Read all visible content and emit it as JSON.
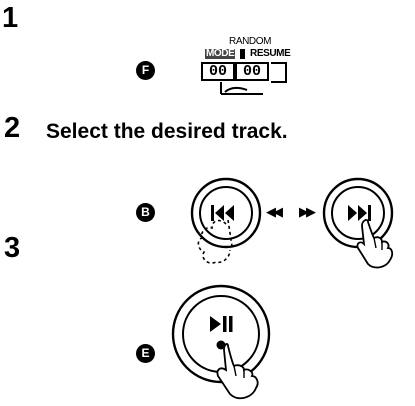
{
  "steps": [
    {
      "number": "1",
      "text": ""
    },
    {
      "number": "2",
      "text": "Select the desired track."
    },
    {
      "number": "3",
      "text": ""
    }
  ],
  "badges": {
    "f": "F",
    "b": "B",
    "e": "E"
  },
  "display": {
    "random_label": "RANDOM",
    "mode_label": "MODE",
    "resume_label": "RESUME",
    "track_digits": "00",
    "time_digits": "00"
  },
  "buttons": {
    "prev_arrows": "◀◀",
    "next_arrows": "▶▶"
  },
  "icons": [
    "skip-back-icon",
    "skip-forward-icon",
    "play-pause-icon",
    "hand-press-icon"
  ]
}
